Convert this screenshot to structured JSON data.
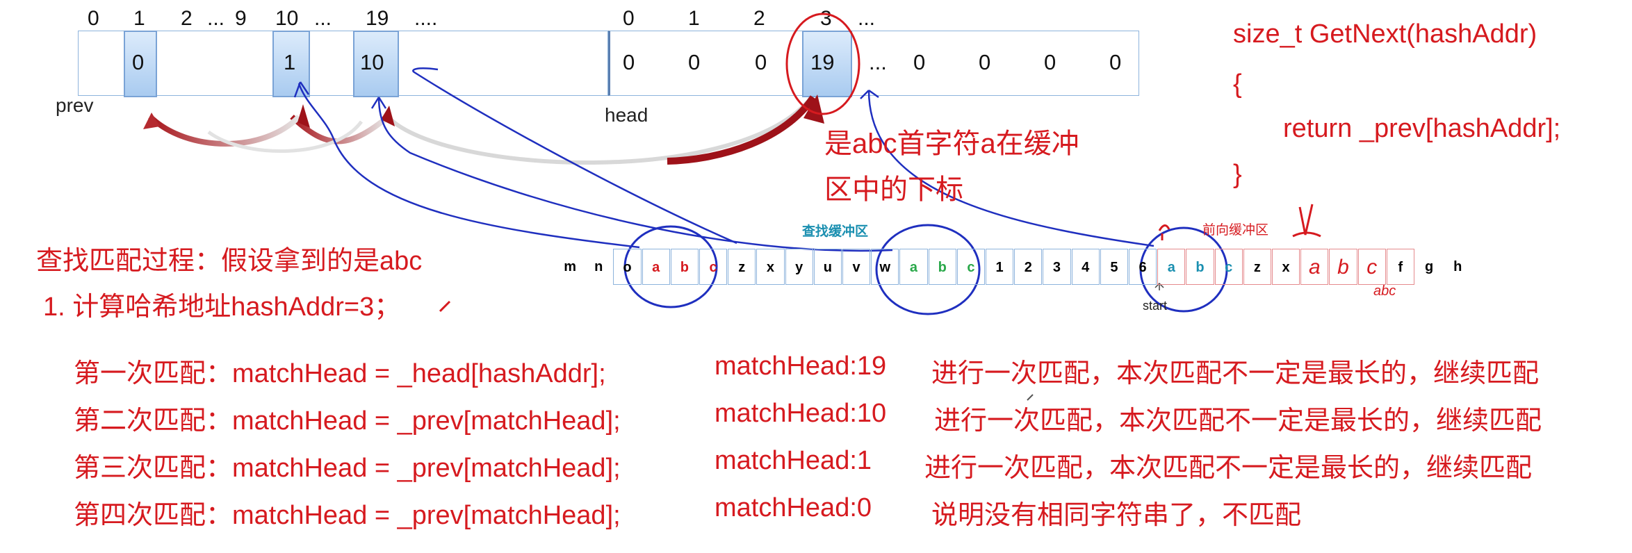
{
  "prev_indices": [
    "0",
    "1",
    "2",
    "...",
    "9",
    "10",
    "...",
    "19",
    "...."
  ],
  "head_indices": [
    "0",
    "1",
    "2",
    "3",
    "..."
  ],
  "prev_values": [
    "0",
    "1",
    "10"
  ],
  "head_values": [
    "0",
    "0",
    "0",
    "19",
    "...",
    "0",
    "0",
    "0",
    "0"
  ],
  "labels": {
    "prev": "prev",
    "head": "head",
    "start": "start"
  },
  "annotation": {
    "line1": "是abc首字符a在缓冲",
    "line2": "区中的下标"
  },
  "code": {
    "sig": "size_t  GetNext(hashAddr)",
    "open": "{",
    "body": "return _prev[hashAddr];",
    "close": "}"
  },
  "process": {
    "title": "查找匹配过程：假设拿到的是abc",
    "step1": "1. 计算哈希地址hashAddr=3；"
  },
  "buffer": {
    "search_label": "查找缓冲区",
    "forward_label": "前向缓冲区",
    "chars": [
      "m",
      "n",
      "o",
      "a",
      "b",
      "c",
      "z",
      "x",
      "y",
      "u",
      "v",
      "w",
      "a",
      "b",
      "c",
      "1",
      "2",
      "3",
      "4",
      "5",
      "6",
      "a",
      "b",
      "c",
      "z",
      "x",
      "a",
      "b",
      "c",
      "f",
      "g",
      "h"
    ],
    "hand_abc": "abc"
  },
  "matches": [
    {
      "title": "第一次匹配：matchHead = _head[hashAddr];",
      "value": "matchHead:19",
      "note": "进行一次匹配，本次匹配不一定是最长的，继续匹配"
    },
    {
      "title": "第二次匹配：matchHead = _prev[matchHead];",
      "value": "matchHead:10",
      "note": "进行一次匹配，本次匹配不一定是最长的，继续匹配"
    },
    {
      "title": "第三次匹配：matchHead = _prev[matchHead];",
      "value": "matchHead:1",
      "note": "进行一次匹配，本次匹配不一定是最长的，继续匹配"
    },
    {
      "title": "第四次匹配：matchHead = _prev[matchHead];",
      "value": "matchHead:0",
      "note": "说明没有相同字符串了，不匹配"
    }
  ],
  "colors": {
    "red": "#d61a1f",
    "blue": "#1f2fbf",
    "cell_border": "#8db3dc",
    "teal": "#1a8fb0",
    "green": "#2aa84a"
  }
}
